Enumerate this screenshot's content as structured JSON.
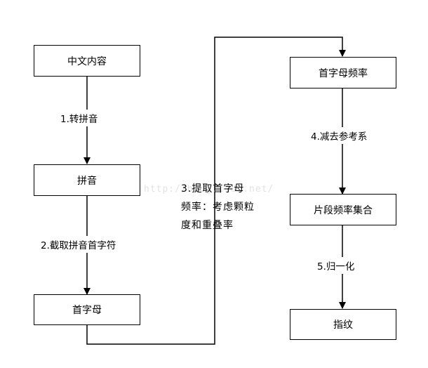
{
  "nodes": {
    "chinese_content": "中文内容",
    "pinyin": "拼音",
    "initials": "首字母",
    "initial_frequency": "首字母频率",
    "segment_frequency_set": "片段频率集合",
    "fingerprint": "指纹"
  },
  "edges": {
    "step1": "1.转拼音",
    "step2": "2.截取拼音首字符",
    "step3_lines": [
      "3.提取首字母",
      "频率：考虑颗粒",
      "度和重叠率"
    ],
    "step4": "4.减去参考系",
    "step5": "5.归一化"
  },
  "watermark": "http://blog.csdn.net/"
}
